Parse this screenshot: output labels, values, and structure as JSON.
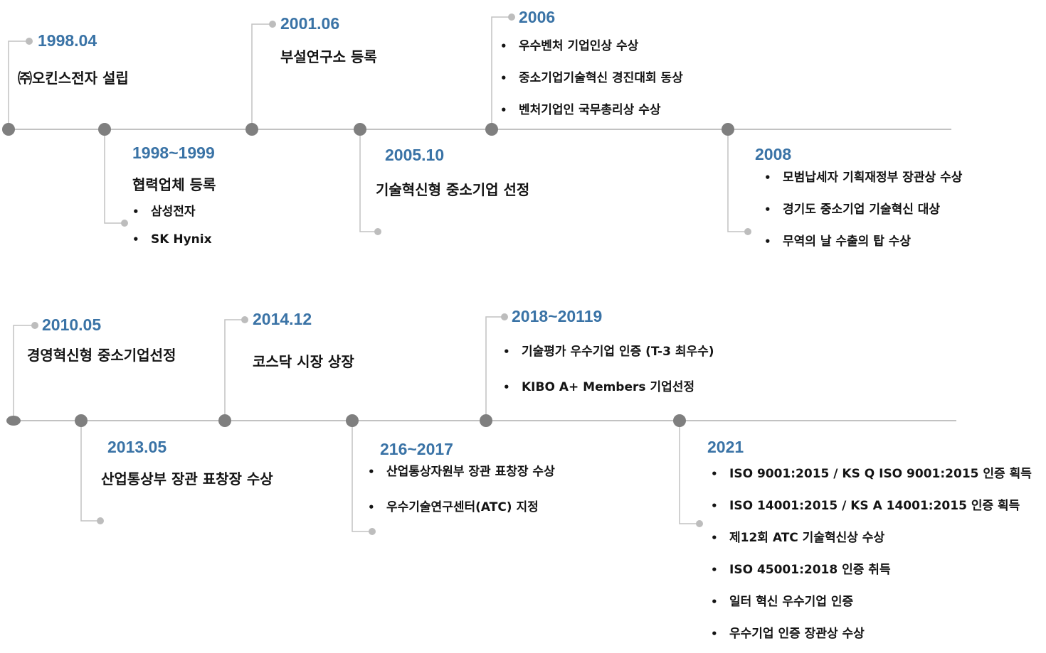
{
  "colors": {
    "year": "#3A73A6",
    "axis": "#C2C2C2",
    "major_dot": "#7F7F7F",
    "minor_dot": "#BDBDBD",
    "text": "#141414"
  },
  "rows": [
    {
      "events": [
        {
          "year": "1998.04",
          "title": "㈜오킨스전자 설립",
          "items": []
        },
        {
          "year": "1998~1999",
          "title": "협력업체 등록",
          "items": [
            "삼성전자",
            "SK Hynix"
          ]
        },
        {
          "year": "2001.06",
          "title": "부설연구소 등록",
          "items": []
        },
        {
          "year": "2005.10",
          "title": "기술혁신형 중소기업 선정",
          "items": []
        },
        {
          "year": "2006",
          "title": "",
          "items": [
            "우수벤처 기업인상 수상",
            "중소기업기술혁신 경진대회 동상",
            "벤처기업인 국무총리상 수상"
          ]
        },
        {
          "year": "2008",
          "title": "",
          "items": [
            "모범납세자 기획재정부 장관상 수상",
            "경기도 중소기업 기술혁신 대상",
            "무역의 날 수출의 탑 수상"
          ]
        }
      ]
    },
    {
      "events": [
        {
          "year": "2010.05",
          "title": "경영혁신형 중소기업선정",
          "items": []
        },
        {
          "year": "2013.05",
          "title": "산업통상부 장관 표창장 수상",
          "items": []
        },
        {
          "year": "2014.12",
          "title": "코스닥 시장 상장",
          "items": []
        },
        {
          "year": "216~2017",
          "title": "",
          "items": [
            "산업통상자원부 장관 표창장 수상",
            "우수기술연구센터(ATC) 지정"
          ]
        },
        {
          "year": "2018~20119",
          "title": "",
          "items": [
            "기술평가 우수기업 인증 (T-3 최우수)",
            "KIBO A+ Members 기업선정"
          ]
        },
        {
          "year": "2021",
          "title": "",
          "items": [
            "ISO 9001:2015 / KS Q ISO 9001:2015 인증 획득",
            "ISO 14001:2015 / KS A 14001:2015 인증 획득",
            "제12회 ATC 기술혁신상 수상",
            "ISO 45001:2018 인증 취득",
            "일터 혁신 우수기업 인증",
            "우수기업 인증 장관상 수상"
          ]
        }
      ]
    }
  ]
}
